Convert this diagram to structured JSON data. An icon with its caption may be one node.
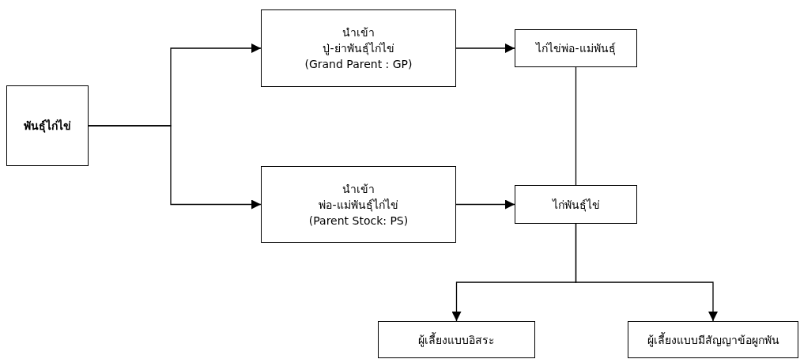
{
  "diagram": {
    "nodes": [
      {
        "text": [
          "พันธุ์ไก่ไข่"
        ]
      },
      {
        "text": [
          "นำเข้า",
          "ปู่-ย่าพันธุ์ไก่ไข่",
          "(Grand Parent : GP)"
        ]
      },
      {
        "text": [
          "นำเข้า",
          "พ่อ-แม่พันธุ์ไก่ไข่",
          "(Parent Stock: PS)"
        ]
      },
      {
        "text": [
          "ไก่ไข่พ่อ-แม่พันธุ์"
        ]
      },
      {
        "text": [
          "ไก่พันธุ์ไข่"
        ]
      },
      {
        "text": [
          "ผู้เลี้ยงแบบอิสระ"
        ]
      },
      {
        "text": [
          "ผู้เลี้ยงแบบมีสัญญาข้อผูกพัน"
        ]
      }
    ],
    "edges": [
      {
        "from": 0,
        "to": 1,
        "arrow": "to"
      },
      {
        "from": 0,
        "to": 2,
        "arrow": "to"
      },
      {
        "from": 1,
        "to": 3,
        "arrow": "to"
      },
      {
        "from": 2,
        "to": 4,
        "arrow": "to"
      },
      {
        "from": 3,
        "to": 4,
        "arrow": "none"
      },
      {
        "from": 4,
        "to": 5,
        "arrow": "to"
      },
      {
        "from": 4,
        "to": 6,
        "arrow": "to"
      }
    ]
  }
}
